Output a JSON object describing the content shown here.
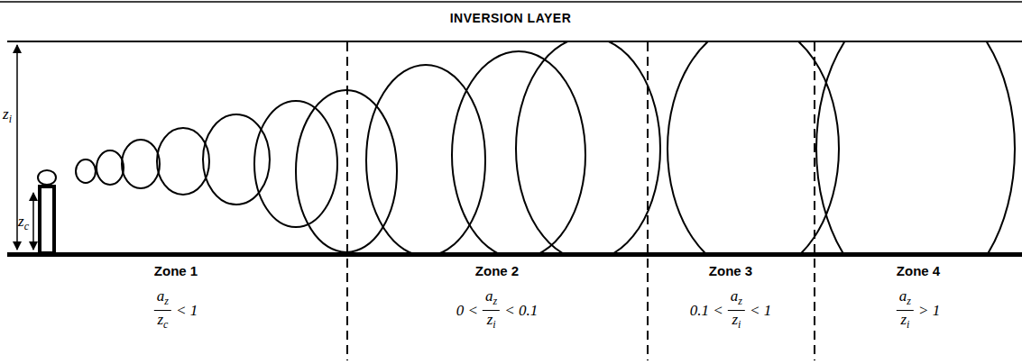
{
  "diagram": {
    "labels": [
      "INVERSION LAYER",
      "z",
      "i",
      "z",
      "c",
      "Zone 1",
      "Zone 2",
      "Zone 3",
      "Zone 4",
      "a",
      "z",
      "z",
      "c",
      "< 1",
      "0 <",
      "a",
      "z",
      "z",
      "i",
      "< 0.1",
      "0.1 <",
      "a",
      "z",
      "z",
      "i",
      "< 1",
      "a",
      "z",
      "z",
      "i",
      "> 1"
    ]
  }
}
